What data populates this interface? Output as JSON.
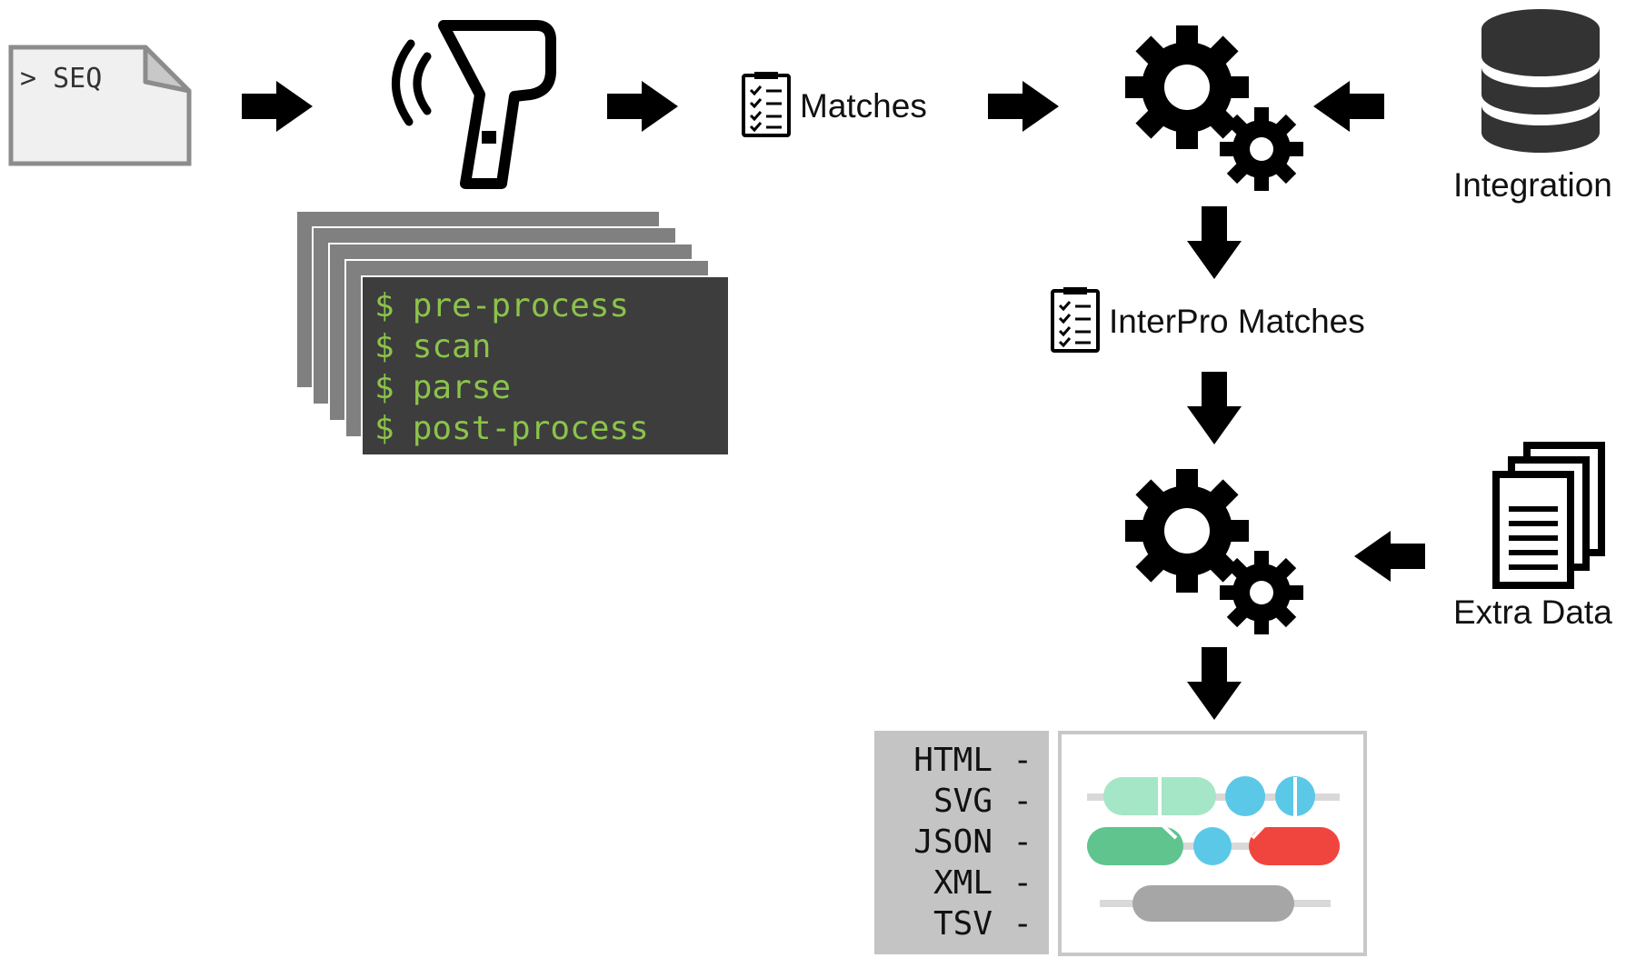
{
  "seq_file": {
    "text": "> SEQ"
  },
  "terminal": {
    "commands": [
      {
        "prompt": "$",
        "cmd": "pre-process"
      },
      {
        "prompt": "$",
        "cmd": "scan"
      },
      {
        "prompt": "$",
        "cmd": "parse"
      },
      {
        "prompt": "$",
        "cmd": "post-process"
      }
    ]
  },
  "labels": {
    "matches": "Matches",
    "interpro_matches": "InterPro Matches",
    "integration": "Integration",
    "extra_data": "Extra Data"
  },
  "output_formats": [
    {
      "name": "HTML",
      "dash": "-"
    },
    {
      "name": "SVG",
      "dash": "-"
    },
    {
      "name": "JSON",
      "dash": "-"
    },
    {
      "name": "XML",
      "dash": "-"
    },
    {
      "name": "TSV",
      "dash": "-"
    }
  ],
  "colors": {
    "terminal_bg": "#3d3d3d",
    "terminal_text": "#8bc34a",
    "terminal_stack": "#808080",
    "output_panel_bg": "#c4c4c4",
    "domain_light_green": "#a5e6c6",
    "domain_blue": "#5bc8e8",
    "domain_green": "#5fc48e",
    "domain_red": "#f0453e",
    "domain_gray": "#a6a6a6",
    "track_gray": "#d9d9d9"
  },
  "icons": [
    "file-icon",
    "barcode-scanner-icon",
    "checklist-icon",
    "gears-icon",
    "database-icon",
    "documents-icon",
    "arrow-right-icon",
    "arrow-left-icon",
    "arrow-down-icon",
    "protein-domains-icon"
  ]
}
